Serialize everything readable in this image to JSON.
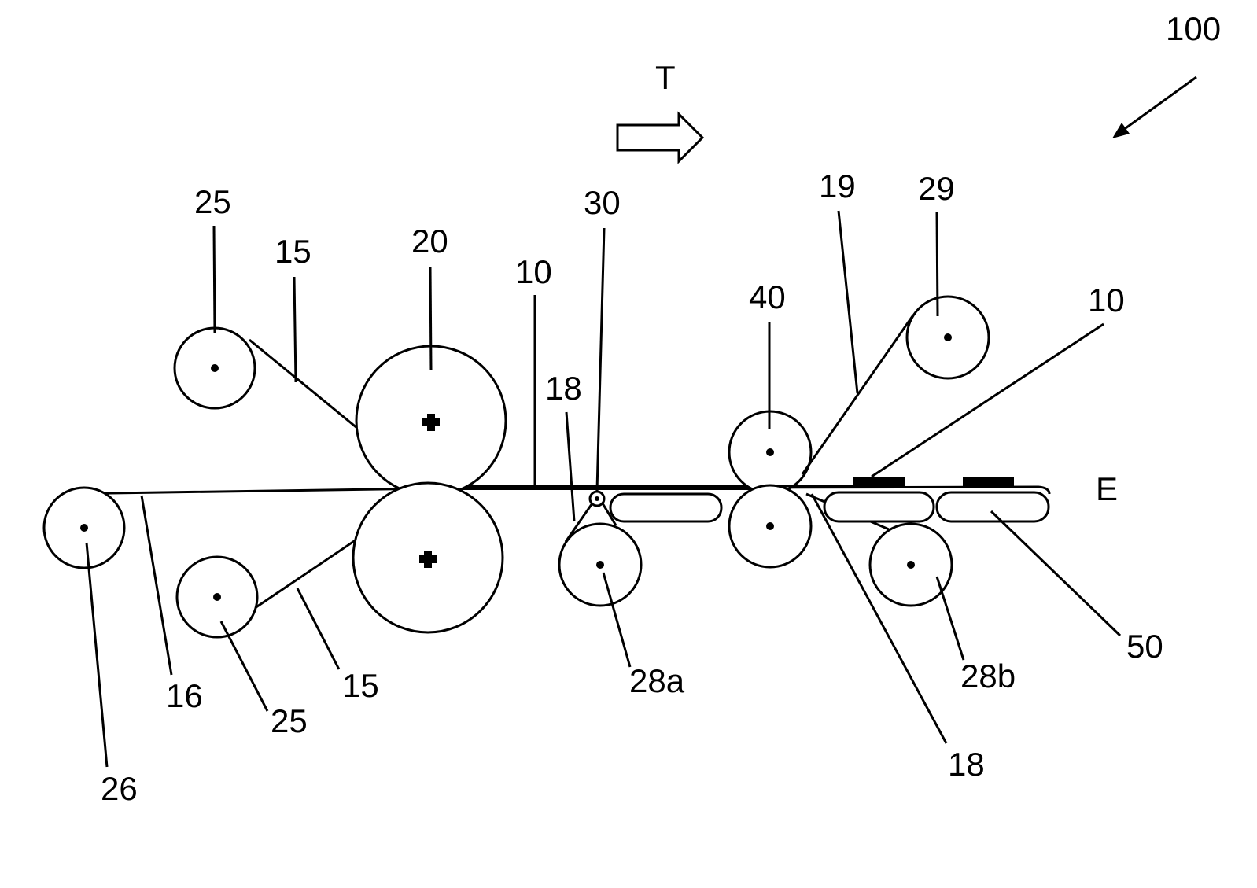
{
  "labels": {
    "assembly": "100",
    "direction": "T",
    "edge": "E",
    "web_top": "10",
    "web_top_right": "10",
    "film_upper": "15",
    "film_lower": "15",
    "carrier": "16",
    "release_left": "18",
    "release_right": "18",
    "liner": "19",
    "nip_roller": "20",
    "supply_upper": "25",
    "supply_lower": "25",
    "carrier_roll": "26",
    "takeup_a": "28a",
    "takeup_b": "28b",
    "liner_roll": "29",
    "cutter": "30",
    "lam_roller": "40",
    "conveyor": "50"
  },
  "colors": {
    "ink": "#000000",
    "paper": "#ffffff"
  }
}
